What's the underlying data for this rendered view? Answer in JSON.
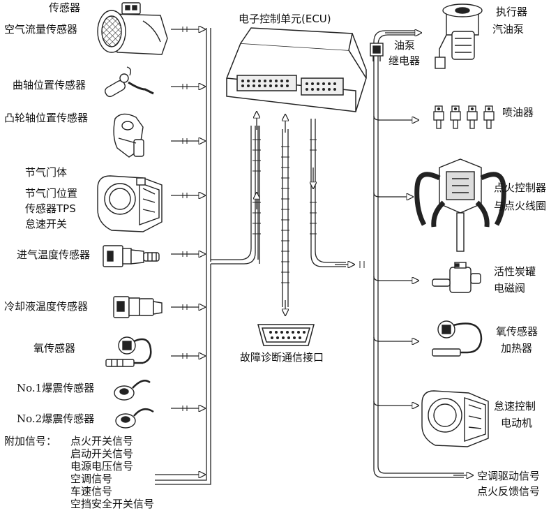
{
  "title": "电子控制单元(ECU)",
  "sensors": {
    "group_label": "传感器",
    "maf": "空气流量传感器",
    "crank": "曲轴位置传感器",
    "cam": "凸轮轴位置传感器",
    "throttle_body": "节气门体",
    "tps_line1": "节气门位置",
    "tps_line2": "传感器TPS",
    "idle_switch": "怠速开关",
    "intake_temp": "进气温度传感器",
    "coolant_temp": "冷却液温度传感器",
    "oxygen": "氧传感器",
    "knock1": "No.1爆震传感器",
    "knock2": "No.2爆震传感器",
    "extra_label": "附加信号：",
    "extra_signals": [
      "点火开关信号",
      "启动开关信号",
      "电源电压信号",
      "空调信号",
      "车速信号",
      "空挡安全开关信号"
    ]
  },
  "diagnostic_port": "故障诊断通信接口",
  "actuators": {
    "group_label": "执行器",
    "fuel_pump": "汽油泵",
    "relay_line1": "油泵",
    "relay_line2": "继电器",
    "injector": "喷油器",
    "ignition_line1": "点火控制器",
    "ignition_line2": "与点火线圈",
    "canister_line1": "活性炭罐",
    "canister_line2": "电磁阀",
    "o2_heater_line1": "氧传感器",
    "o2_heater_line2": "加热器",
    "idle_motor_line1": "怠速控制",
    "idle_motor_line2": "电动机",
    "feedback_line1": "空调驱动信号",
    "feedback_line2": "点火反馈信号"
  },
  "colors": {
    "line": "#222222",
    "bg": "#ffffff"
  },
  "icons": [
    "maf-sensor-icon",
    "crank-sensor-icon",
    "cam-sensor-icon",
    "throttle-body-icon",
    "temp-sensor-icon",
    "coolant-sensor-icon",
    "oxygen-sensor-icon",
    "knock-sensor-icon",
    "ecu-icon",
    "obd-connector-icon",
    "fuel-pump-icon",
    "relay-icon",
    "injector-icon",
    "ignition-coil-icon",
    "canister-valve-icon",
    "idle-motor-icon"
  ]
}
